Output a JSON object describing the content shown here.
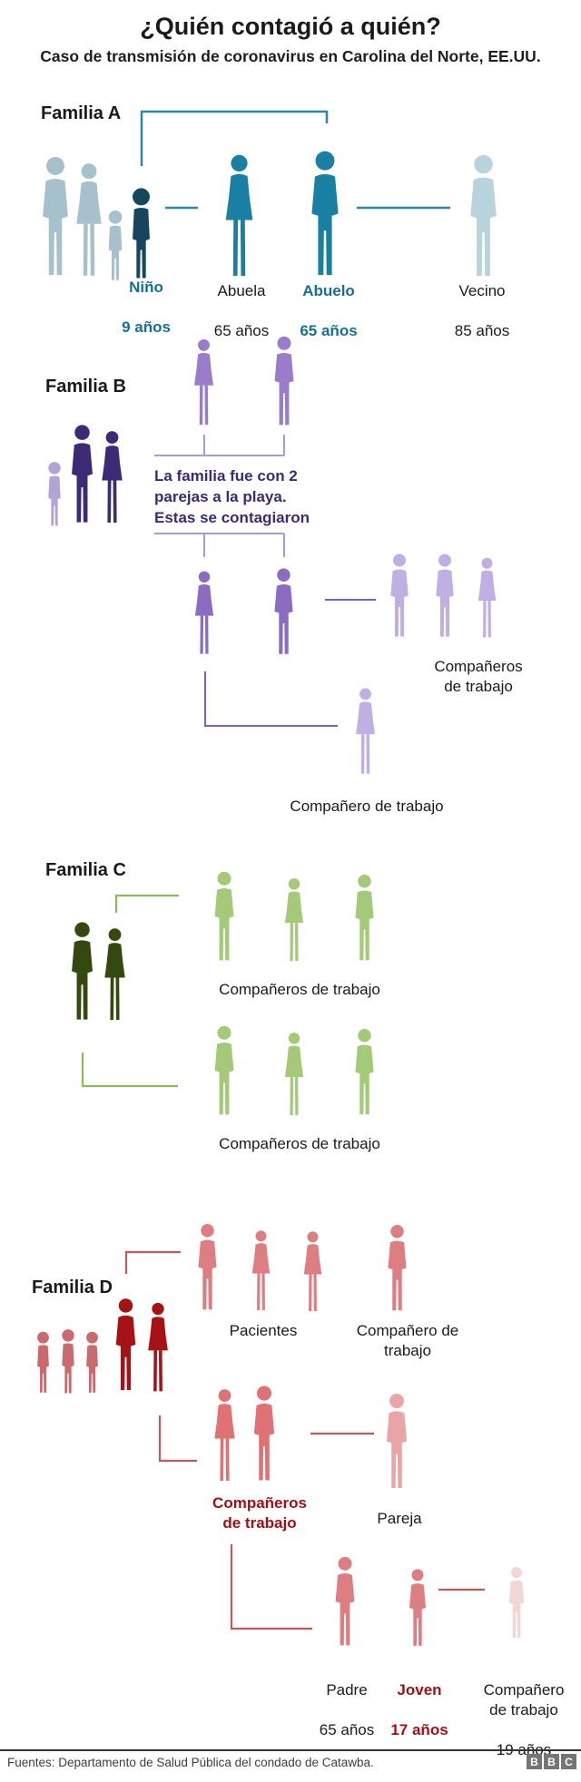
{
  "header": {
    "title": "¿Quién contagió a quién?",
    "subtitle": "Caso de transmisión de coronavirus en Carolina del Norte, EE.UU."
  },
  "familia_a": {
    "label": "Familia A",
    "nino": {
      "name": "Niño",
      "age": "9 años"
    },
    "abuela": {
      "name": "Abuela",
      "age": "65 años"
    },
    "abuelo": {
      "name": "Abuelo",
      "age": "65 años"
    },
    "vecino": {
      "name": "Vecino",
      "age": "85 años"
    }
  },
  "familia_b": {
    "label": "Familia B",
    "note": "La familia fue con 2\nparejas a la playa.\nEstas se contagiaron",
    "coworkers_group": "Compañeros de trabajo",
    "coworker_single": "Compañero de trabajo"
  },
  "familia_c": {
    "label": "Familia C",
    "coworkers_group_1": "Compañeros de trabajo",
    "coworkers_group_2": "Compañeros de trabajo"
  },
  "familia_d": {
    "label": "Familia D",
    "pacientes": "Pacientes",
    "coworker_top": "Compañero de\ntrabajo",
    "coworkers_pair": "Compañeros\nde trabajo",
    "pareja": "Pareja",
    "padre": {
      "name": "Padre",
      "age": "65 años"
    },
    "joven": {
      "name": "Joven",
      "age": "17 años"
    },
    "coworker_19": {
      "name": "Compañero\nde trabajo",
      "age": "19 años"
    }
  },
  "footer": {
    "source": "Fuentes: Departamento de Salud Pública del condado de Catawba.",
    "logo": [
      "B",
      "B",
      "C"
    ]
  },
  "colors": {
    "text": "#1a1a1a",
    "muted-text": "#3d3d3d",
    "a-family": "#a6c1cb",
    "a-nino": "#15465e",
    "a-infected": "#1a80a3",
    "a-vecino": "#b9d3dc",
    "a-line": "#2e86a8",
    "a-text": "#176f90",
    "b-dark": "#3d2a74",
    "b-child": "#b2a4d4",
    "b-couple1": "#9a7dc9",
    "b-couple2": "#8b6cc1",
    "b-light": "#bfafe3",
    "b-bracket": "#a999d8",
    "b-line": "#7b5fc0",
    "b-head": "#5b3fa8",
    "c-dark": "#34490f",
    "c-light": "#a3c979",
    "c-line": "#8fba5b",
    "c-head": "#3f6c15",
    "d-dark": "#a51316",
    "d-child": "#c96b6e",
    "d-mid": "#dd7f82",
    "d-pair": "#de7275",
    "d-pareja": "#eaa5a6",
    "d-light": "#f2d7d7",
    "d-line": "#c4595c",
    "d-head": "#9c0f12",
    "d-text": "#9e1013",
    "footer-line": "#333333",
    "bbc-gray": "#757575"
  }
}
